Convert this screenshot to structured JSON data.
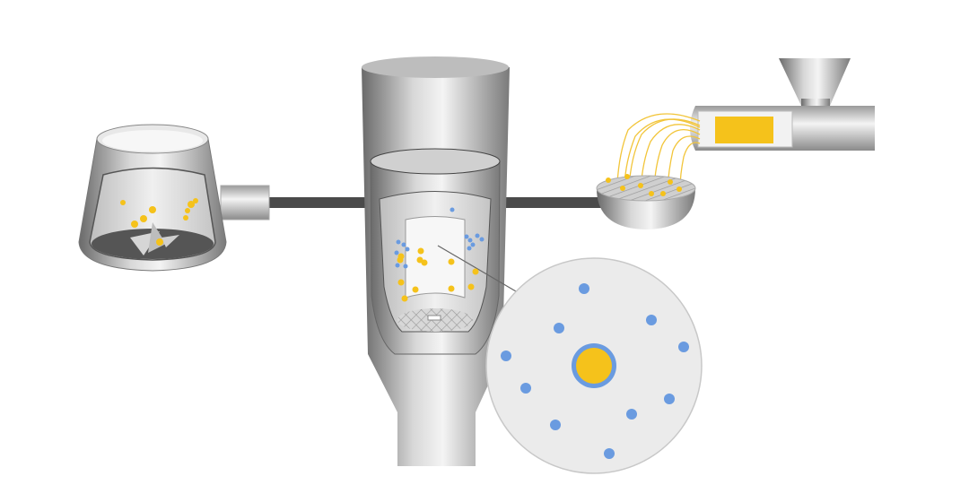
{
  "colors": {
    "particle_yellow": "#f5c21b",
    "particle_blue": "#6a9be0",
    "metal_dark": "#6e6e6e",
    "metal_light": "#f2f2f2",
    "connector_bar": "#4a4a4a",
    "magnifier_fill": "#ebebeb"
  },
  "components": [
    "mixer-bowl",
    "spray-tower",
    "extruder",
    "spheronizer-plate",
    "magnified-particle-view"
  ]
}
